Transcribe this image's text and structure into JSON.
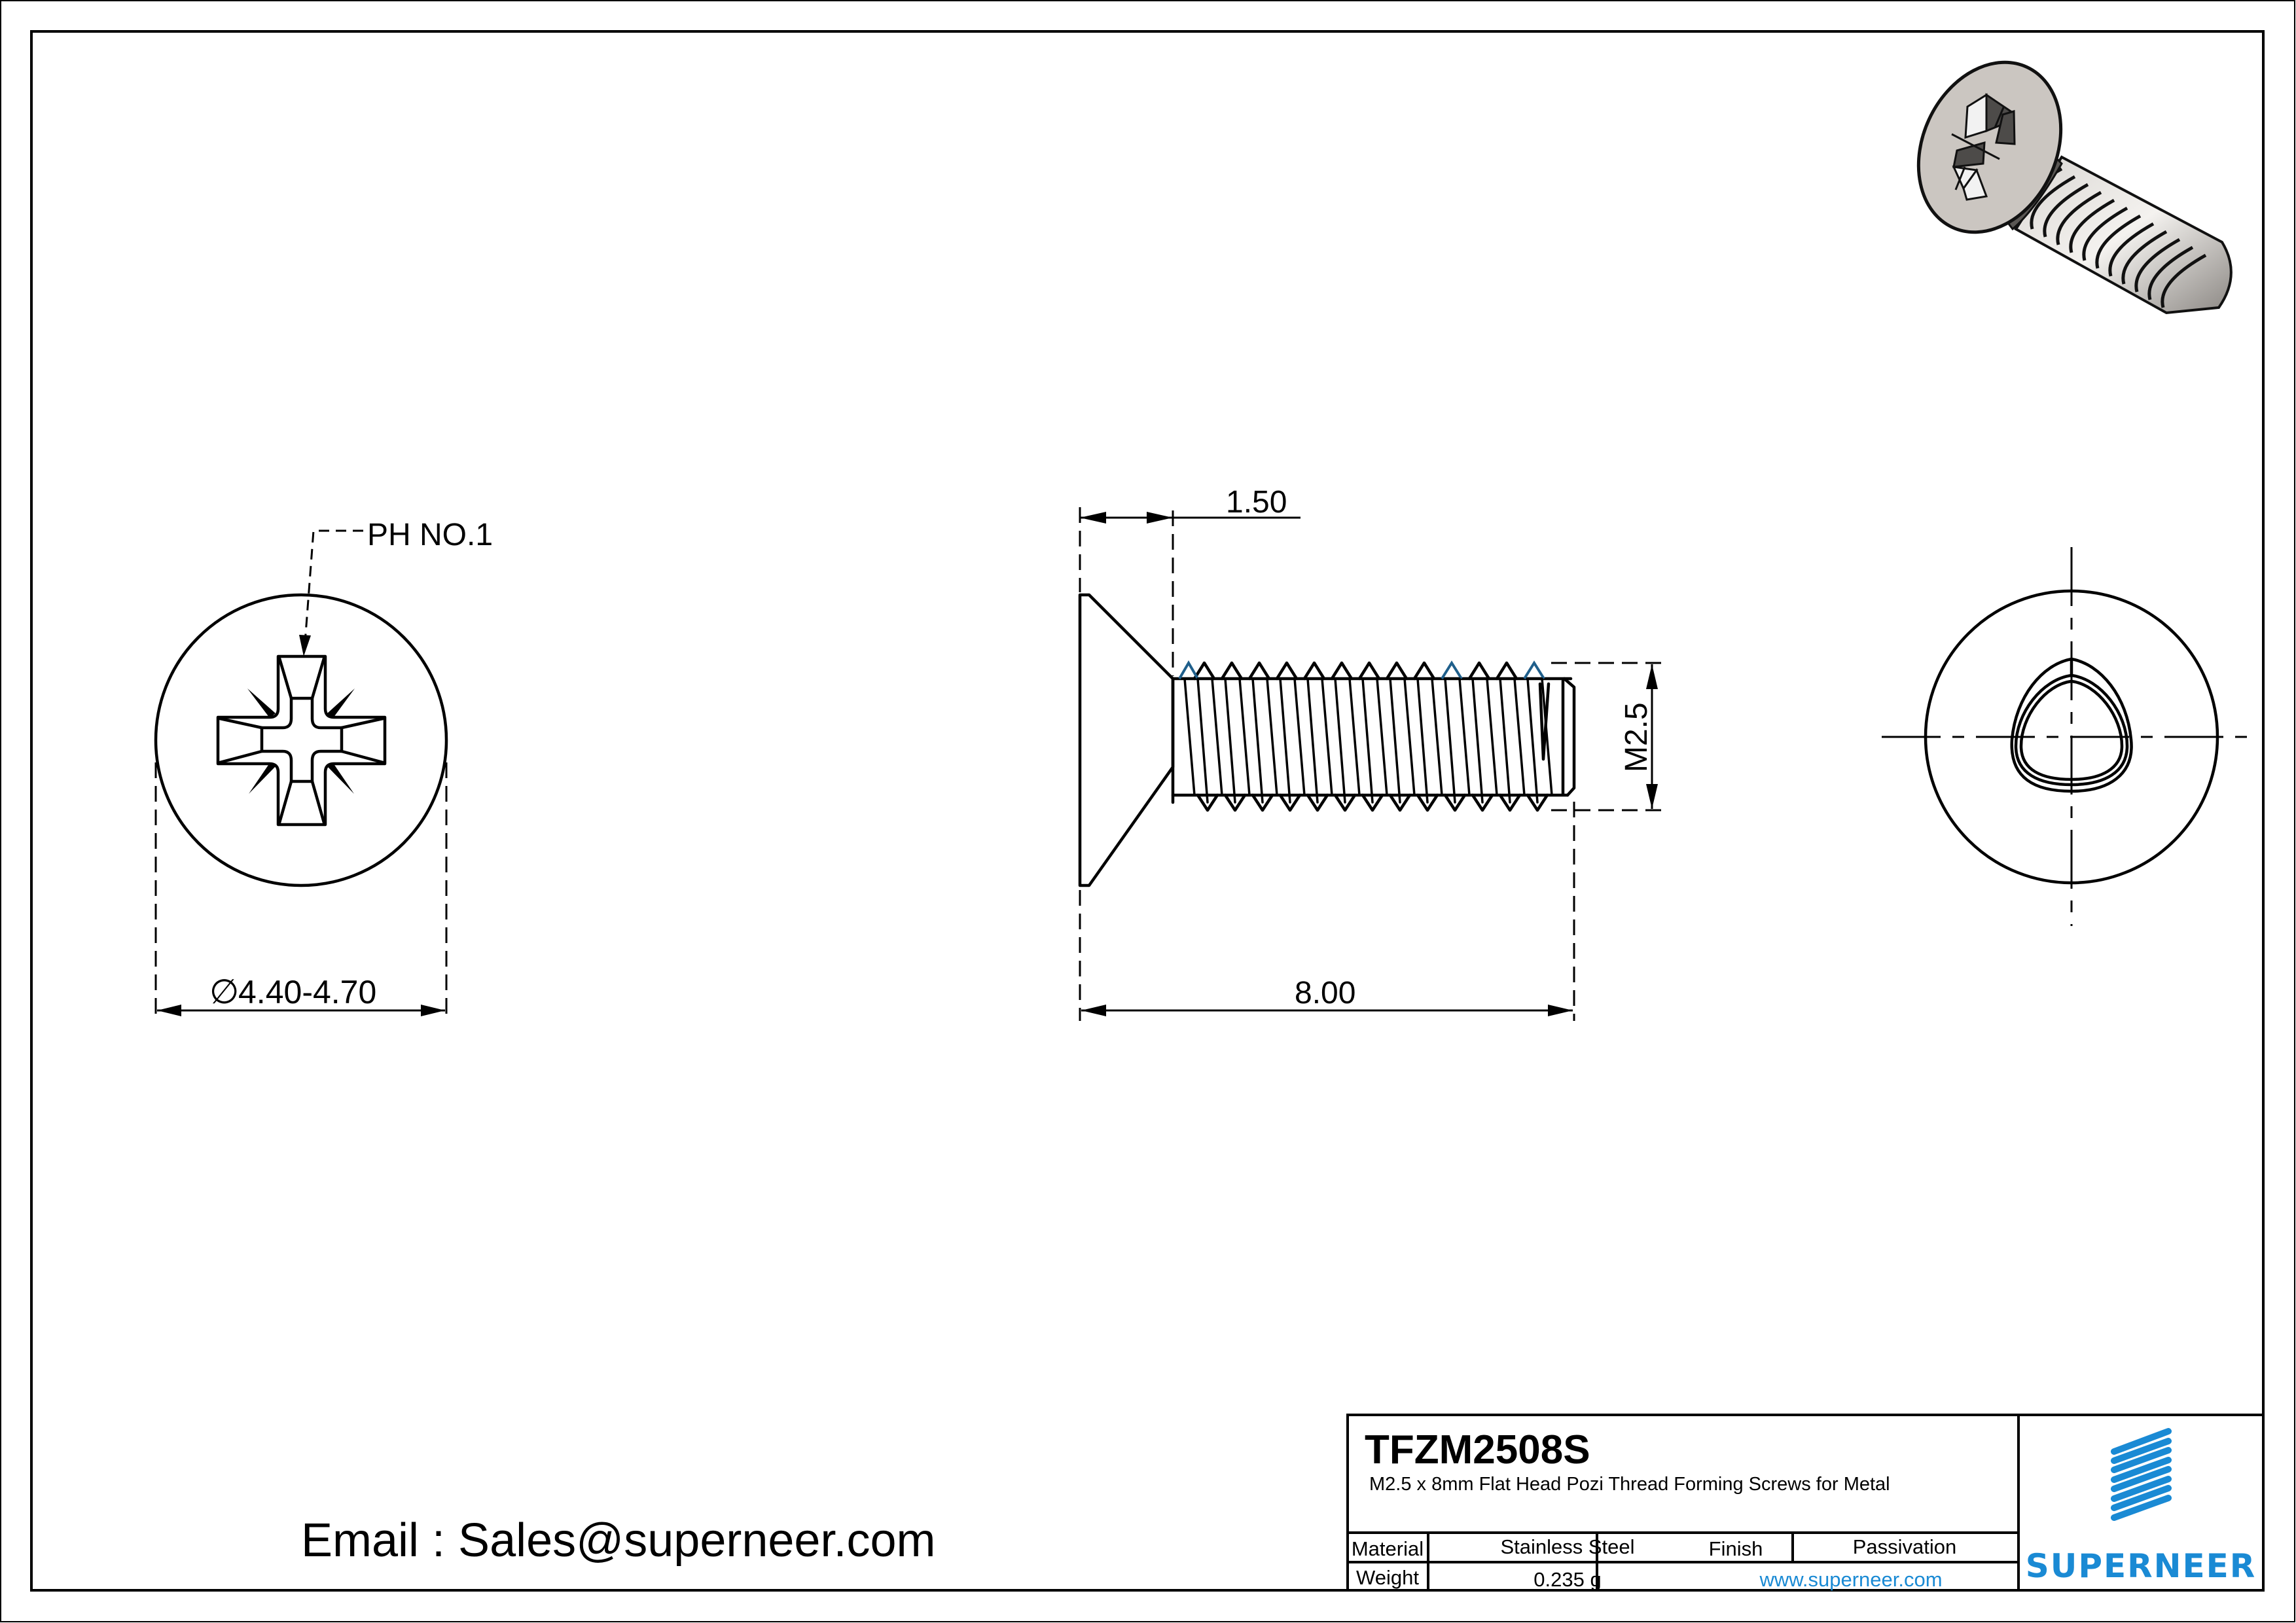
{
  "drawing": {
    "front_view": {
      "callout": "PH NO.1",
      "diameter_symbol": "∅",
      "diameter_dimension": "4.40-4.70"
    },
    "side_view": {
      "head_height_dimension": "1.50",
      "length_dimension": "8.00",
      "thread_dimension": "M2.5"
    },
    "end_view": {
      "point_shape": "trilobular"
    },
    "render_3d": {
      "icon": "screw-3d-render-icon"
    }
  },
  "contact": {
    "email_line": "Email : Sales@superneer.com"
  },
  "title_block": {
    "part_number": "TFZM2508S",
    "description": "M2.5 x 8mm Flat Head Pozi Thread Forming Screws for Metal",
    "material_label": "Material",
    "material_value": "Stainless Steel",
    "finish_label": "Finish",
    "finish_value": "Passivation",
    "weight_label": "Weight",
    "weight_value": "0.235 g",
    "website": "www.superneer.com",
    "brand_name": "SUPERNEER",
    "brand_color": "#1a8ad4"
  }
}
